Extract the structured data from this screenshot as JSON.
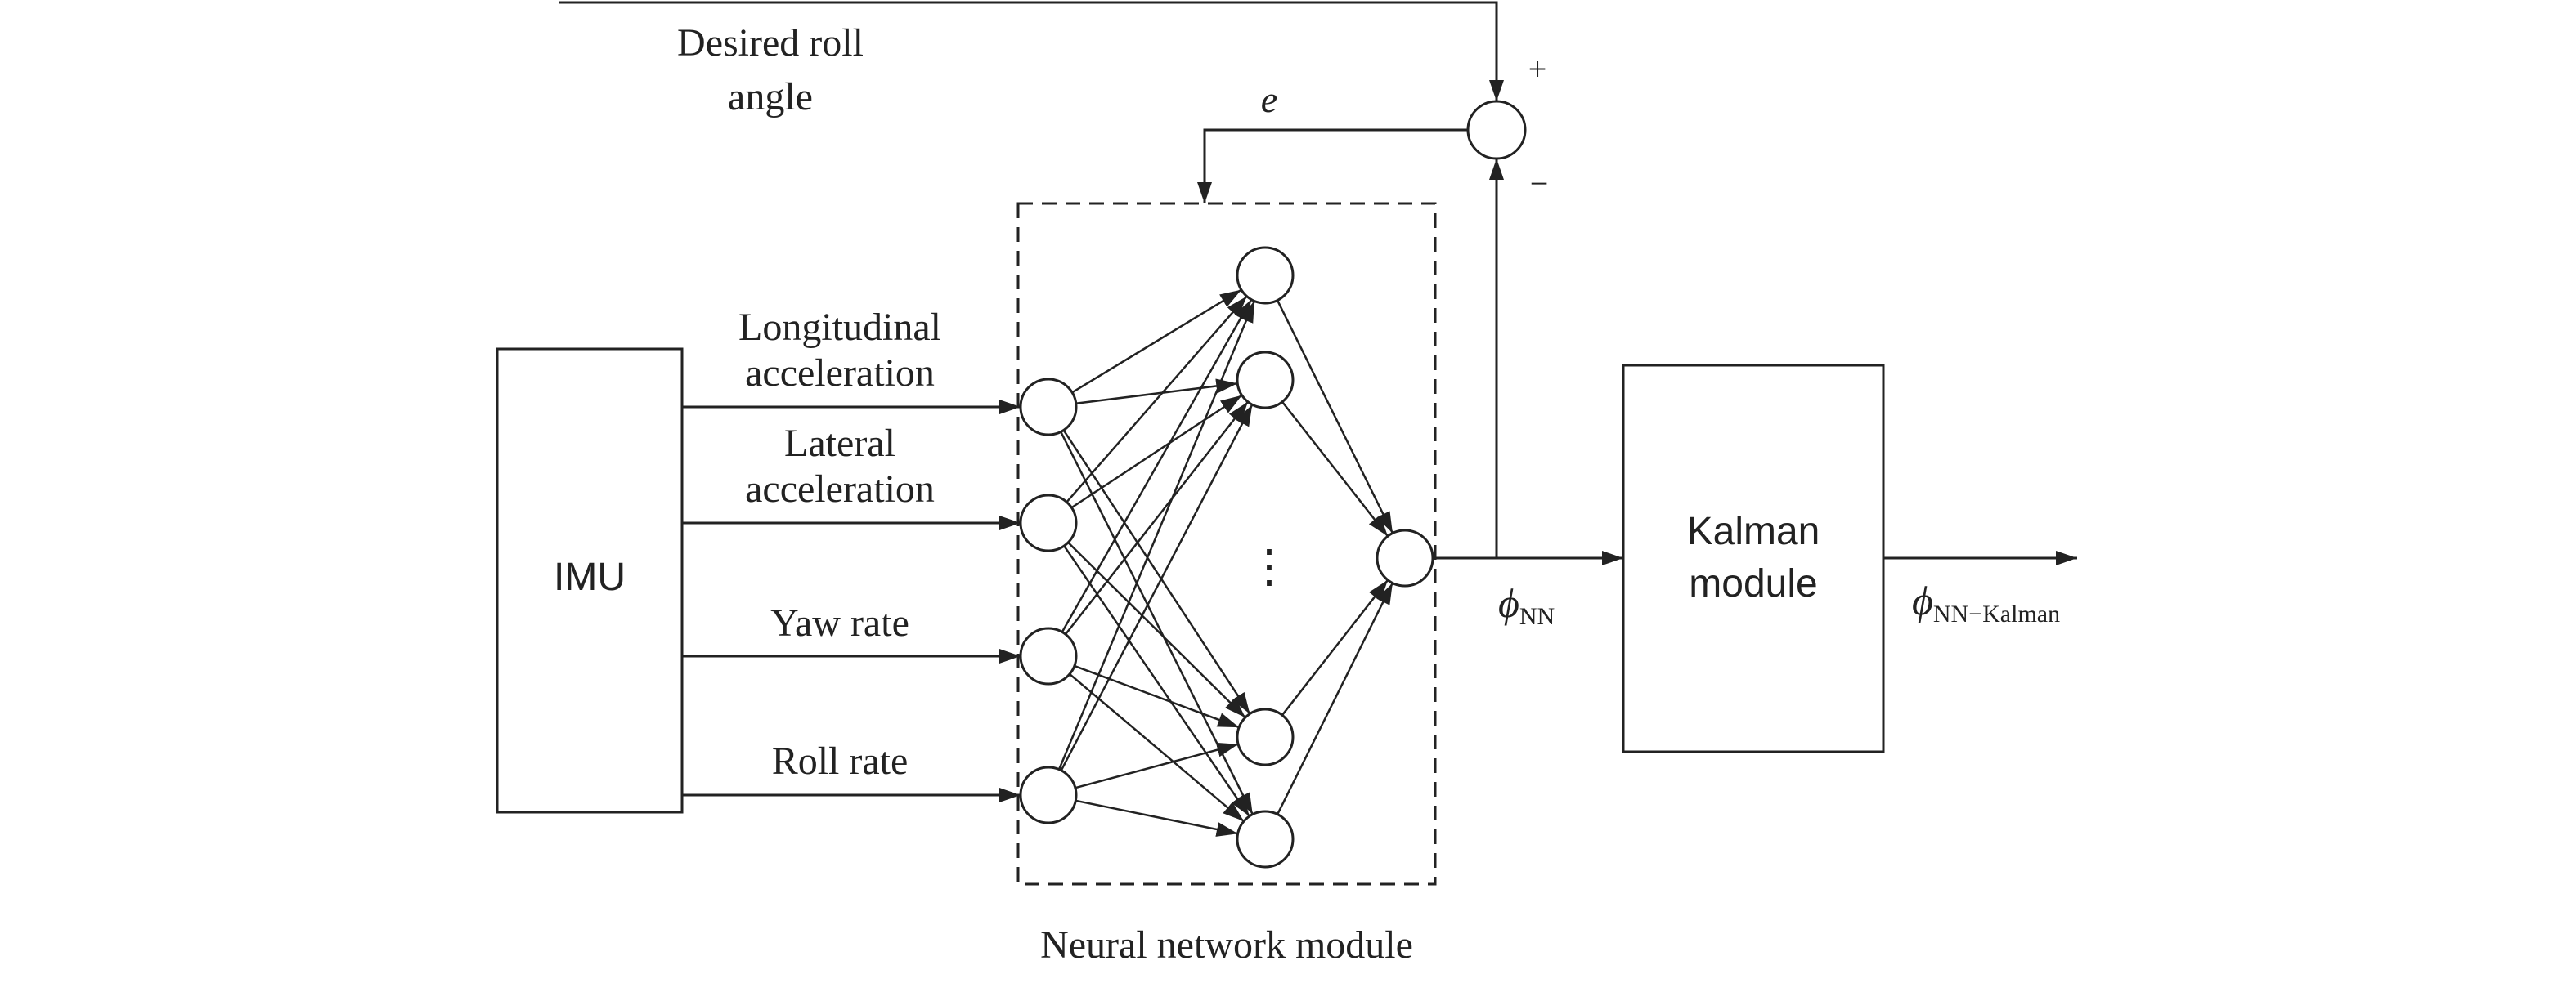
{
  "imu": {
    "label": "IMU"
  },
  "inputs": [
    {
      "line1": "Longitudinal",
      "line2": "acceleration"
    },
    {
      "line1": "Lateral",
      "line2": "acceleration"
    },
    {
      "line1": "Yaw rate",
      "line2": ""
    },
    {
      "line1": "Roll rate",
      "line2": ""
    }
  ],
  "reference": {
    "line1": "Desired roll",
    "line2": "angle"
  },
  "summing_junction": {
    "plus": "+",
    "minus": "−"
  },
  "error_signal": "e",
  "neural_network": {
    "label": "Neural network module",
    "ellipsis": "⋮"
  },
  "phi_nn": {
    "symbol": "ϕ",
    "subscript": "NN"
  },
  "kalman": {
    "line1": "Kalman",
    "line2": "module"
  },
  "phi_out": {
    "symbol": "ϕ",
    "subscript": "NN−Kalman"
  }
}
